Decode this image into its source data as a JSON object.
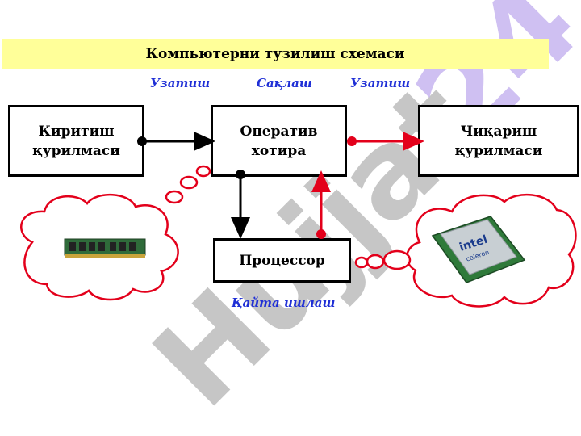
{
  "title": "Компьютерни тузилиш схемаси",
  "labels": {
    "transfer_left": "Узатиш",
    "storage": "Сақлаш",
    "transfer_right": "Узатиш",
    "processing": "Қайта ишлаш"
  },
  "nodes": {
    "input": "Киритиш\nқурилмаси",
    "memory": "Оператив\nхотира",
    "output": "Чиқариш\nқурилмаси",
    "processor": "Процессор"
  },
  "watermark": "Hujjat24",
  "images": {
    "ram_module": "ram-module-icon",
    "cpu_chip": "cpu-chip-icon",
    "cpu_text": [
      "intel",
      "celeron"
    ]
  },
  "colors": {
    "title_bg": "#ffff99",
    "label_blue": "#1f2fd6",
    "red": "#e3001b",
    "black": "#000000",
    "watermark_gray": "#b3b3b3",
    "watermark_violet": "#c7b5f0"
  }
}
